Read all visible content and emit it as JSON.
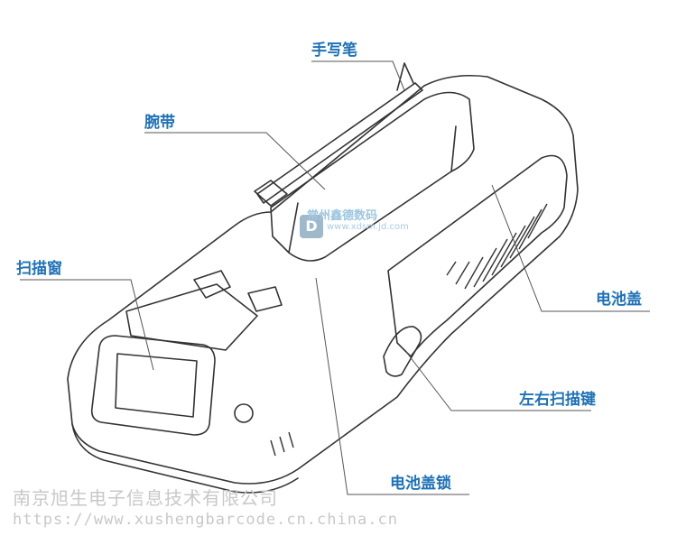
{
  "callouts": {
    "stylus": "手写笔",
    "wrist_strap": "腕带",
    "scan_window": "扫描窗",
    "battery_cover": "电池盖",
    "side_scan_keys": "左右扫描键",
    "battery_cover_lock": "电池盖锁"
  },
  "watermark": {
    "text": "常州鑫德数码",
    "subtext": "www.xdsm.jd.com"
  },
  "footer": {
    "company": "南京旭生电子信息技术有限公司",
    "url": "https://www.xushengbarcode.cn.china.cn"
  },
  "colors": {
    "callout": "#1e72b8",
    "outline": "#333333",
    "leader_line": "#555555",
    "footer": "#c8c8c8"
  }
}
